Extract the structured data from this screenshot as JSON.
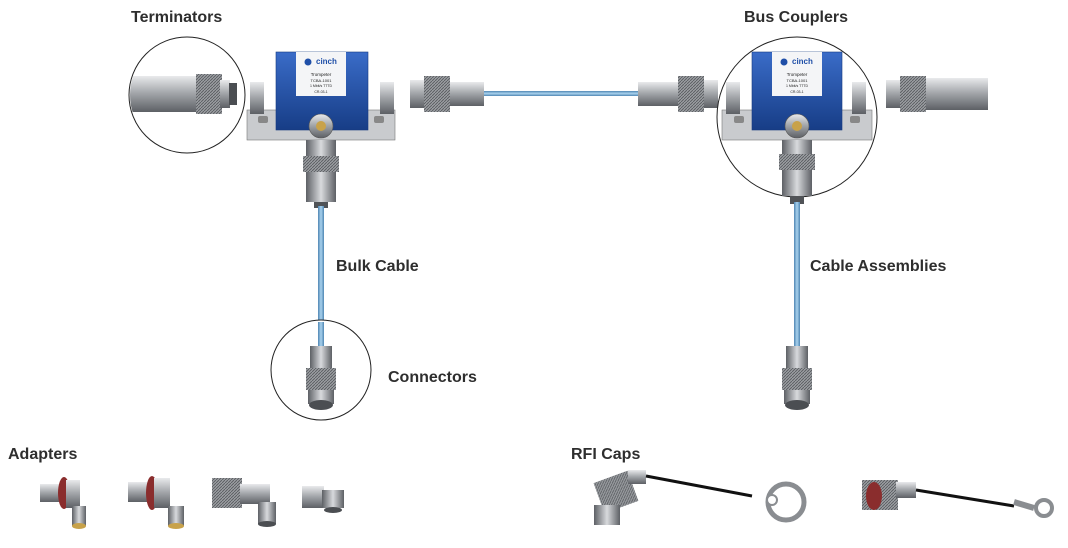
{
  "labels": {
    "terminators": "Terminators",
    "bus_couplers": "Bus Couplers",
    "bulk_cable": "Bulk Cable",
    "cable_assemblies": "Cable Assemblies",
    "connectors": "Connectors",
    "adapters": "Adapters",
    "rfi_caps": "RFI Caps"
  },
  "coupler": {
    "brand": "cinch",
    "model": "Trompeter",
    "part": "TCBA-1001",
    "spec": "1 Mbit/s TTTD",
    "code": "CR-03-1"
  },
  "colors": {
    "coupler_blue": "#1f4fa8",
    "cable_blue": "#7fb5d9",
    "metal": "#a9acb0",
    "text": "#2e2e2e"
  }
}
